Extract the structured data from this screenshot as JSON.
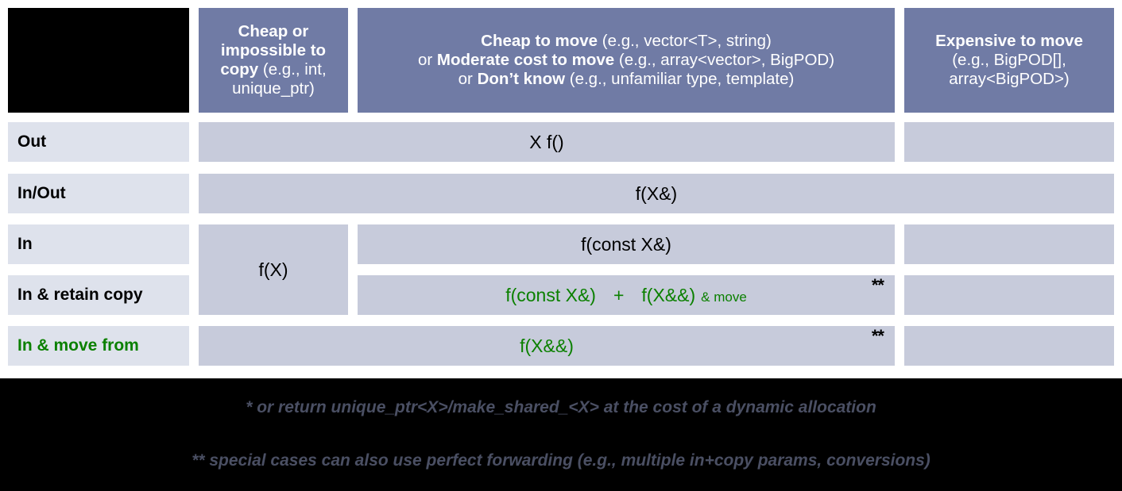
{
  "figure": {
    "title": "C++ parameter passing / return guidance matrix",
    "colors": {
      "header_bg": "#707BA5",
      "header_text": "#FFFFFF",
      "row_label_bg": "#DEE2EC",
      "body_cell_bg": "#C7CBDB",
      "accent_green": "#0B8000",
      "footnote_text": "#4A4F63",
      "background": "#000000",
      "table_bg": "#FFFFFF"
    }
  },
  "header": {
    "corner": "",
    "columns": [
      {
        "id": "cheap-or-impossible-to-copy",
        "bold_lead": "Cheap or impossible to copy",
        "rest": " (e.g., int, unique_ptr)",
        "lines": [
          {
            "bold": "Cheap or",
            "plain": ""
          },
          {
            "bold": "impossible to",
            "plain": ""
          },
          {
            "bold": "copy",
            "plain": " (e.g., int,"
          },
          {
            "bold": "",
            "plain": "unique_ptr)"
          }
        ]
      },
      {
        "id": "cheap-or-moderate-or-unknown-to-move",
        "lines": [
          {
            "bold": "Cheap to move",
            "plain": " (e.g., vector<T>, string)"
          },
          {
            "pre": "or ",
            "bold": "Moderate cost to move",
            "plain": " (e.g., array<vector>, BigPOD)"
          },
          {
            "pre": "or ",
            "bold": "Don’t know",
            "plain": " (e.g., unfamiliar type, template)"
          }
        ]
      },
      {
        "id": "expensive-to-move",
        "lines": [
          {
            "bold": "Expensive to move",
            "plain": ""
          },
          {
            "bold": "",
            "plain": "(e.g., BigPOD[],"
          },
          {
            "bold": "",
            "plain": "array<BigPOD>)"
          }
        ]
      }
    ]
  },
  "rows": [
    {
      "id": "out",
      "label": "Out",
      "label_green": false
    },
    {
      "id": "in-out",
      "label": "In/Out",
      "label_green": false
    },
    {
      "id": "in",
      "label": "In",
      "label_green": false
    },
    {
      "id": "in-retain-copy",
      "label": "In & retain copy",
      "label_green": false
    },
    {
      "id": "in-move-from",
      "label": "In & move from",
      "label_green": true
    }
  ],
  "cells": {
    "out_middle": {
      "text": "X f()",
      "green": false,
      "star": ""
    },
    "out_right": {
      "text": "",
      "green": false,
      "star": ""
    },
    "inout_all": {
      "text": "f(X&)",
      "green": false,
      "star": ""
    },
    "in_left_merged": {
      "text": "f(X)",
      "green": false,
      "star": ""
    },
    "in_middle": {
      "text": "f(const X&)",
      "green": false,
      "star": ""
    },
    "in_right": {
      "text": "",
      "green": false,
      "star": ""
    },
    "retain_middle": {
      "part1": "f(const X&)",
      "plus": "+",
      "part2": "f(X&&)",
      "suffix": "& move",
      "green": true,
      "star": "**"
    },
    "retain_right": {
      "text": "",
      "green": false,
      "star": ""
    },
    "movefrom_all": {
      "text": "f(X&&)",
      "green": true,
      "star": "**"
    },
    "movefrom_right": {
      "text": "",
      "green": false,
      "star": ""
    }
  },
  "footnotes": [
    "* or return unique_ptr<X>/make_shared_<X> at the cost of a dynamic allocation",
    "** special cases can also use perfect forwarding (e.g., multiple in+copy params, conversions)"
  ]
}
